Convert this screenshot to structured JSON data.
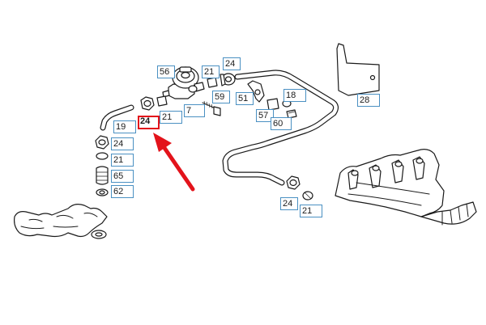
{
  "diagram": {
    "highlight_color": "#e3131b",
    "callout_border_color": "#4a90c2",
    "callouts": [
      {
        "id": "c56",
        "label": "56"
      },
      {
        "id": "c21a",
        "label": "21"
      },
      {
        "id": "c24a",
        "label": "24"
      },
      {
        "id": "c59",
        "label": "59"
      },
      {
        "id": "c51",
        "label": "51"
      },
      {
        "id": "c18",
        "label": "18"
      },
      {
        "id": "c28",
        "label": "28"
      },
      {
        "id": "c7",
        "label": "7"
      },
      {
        "id": "c21b",
        "label": "21"
      },
      {
        "id": "c24sel",
        "label": "24"
      },
      {
        "id": "c19",
        "label": "19"
      },
      {
        "id": "c57",
        "label": "57"
      },
      {
        "id": "c60",
        "label": "60"
      },
      {
        "id": "c24c",
        "label": "24"
      },
      {
        "id": "c21c",
        "label": "21"
      },
      {
        "id": "c65",
        "label": "65"
      },
      {
        "id": "c62",
        "label": "62"
      },
      {
        "id": "c24d",
        "label": "24"
      },
      {
        "id": "c21d",
        "label": "21"
      }
    ]
  }
}
